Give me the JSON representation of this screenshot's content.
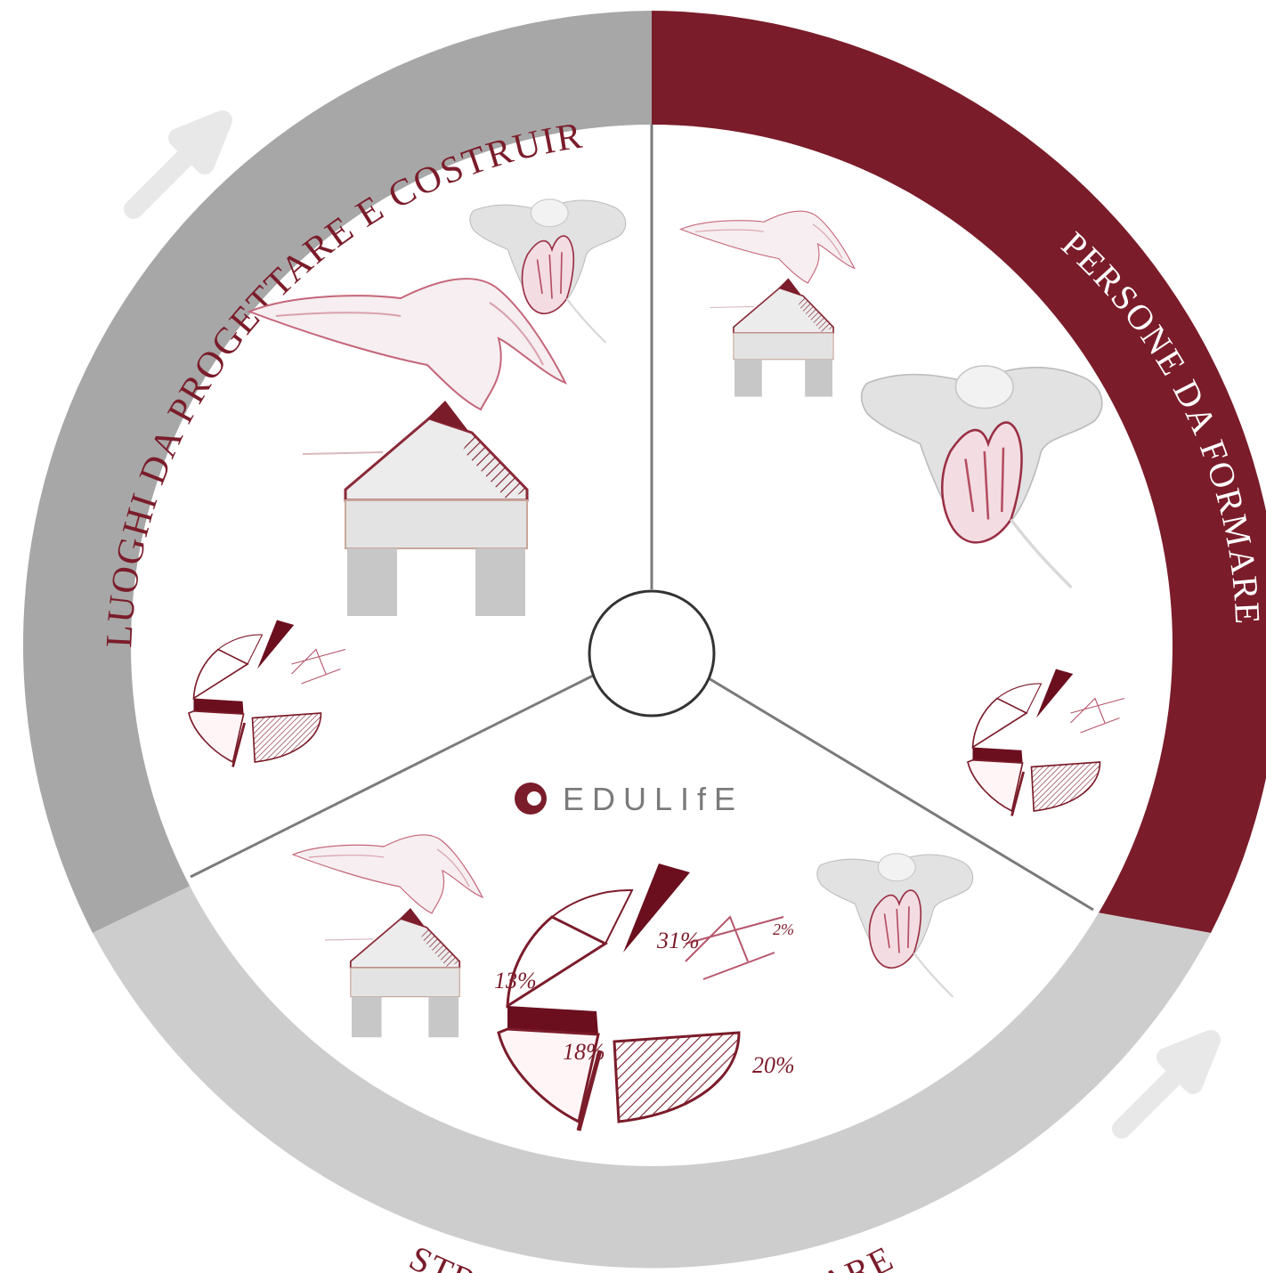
{
  "segments": [
    {
      "id": "luoghi",
      "label": "LUOGHI DA PROGETTARE E COSTRUIRE",
      "color": "#a7a7a7",
      "text_color": "#7b1c2a"
    },
    {
      "id": "persone",
      "label": "PERSONE DA FORMARE",
      "color": "#7b1c2a",
      "text_color": "#ffffff"
    },
    {
      "id": "strumenti",
      "label": "STRUMENTI PER VALUTARE",
      "color": "#cdcdcd",
      "text_color": "#7b1c2a"
    }
  ],
  "logo": {
    "text": "EDULIfE",
    "color": "#7b1c2a",
    "text_color": "#7a7a7a"
  },
  "sketch_labels": {
    "p13": "13%",
    "p31": "31%",
    "p18": "18%",
    "p20": "20%",
    "p2": "2%"
  },
  "colors": {
    "accent": "#7b1c2a",
    "divider": "#7a7a7a",
    "arrow": "#e6e6e6",
    "sketch_gray": "#bfbfbf"
  },
  "icons": [
    "house-hand-icon",
    "torso-hand-icon",
    "pie-chart-sketch-icon",
    "cycle-arrow-icon"
  ]
}
